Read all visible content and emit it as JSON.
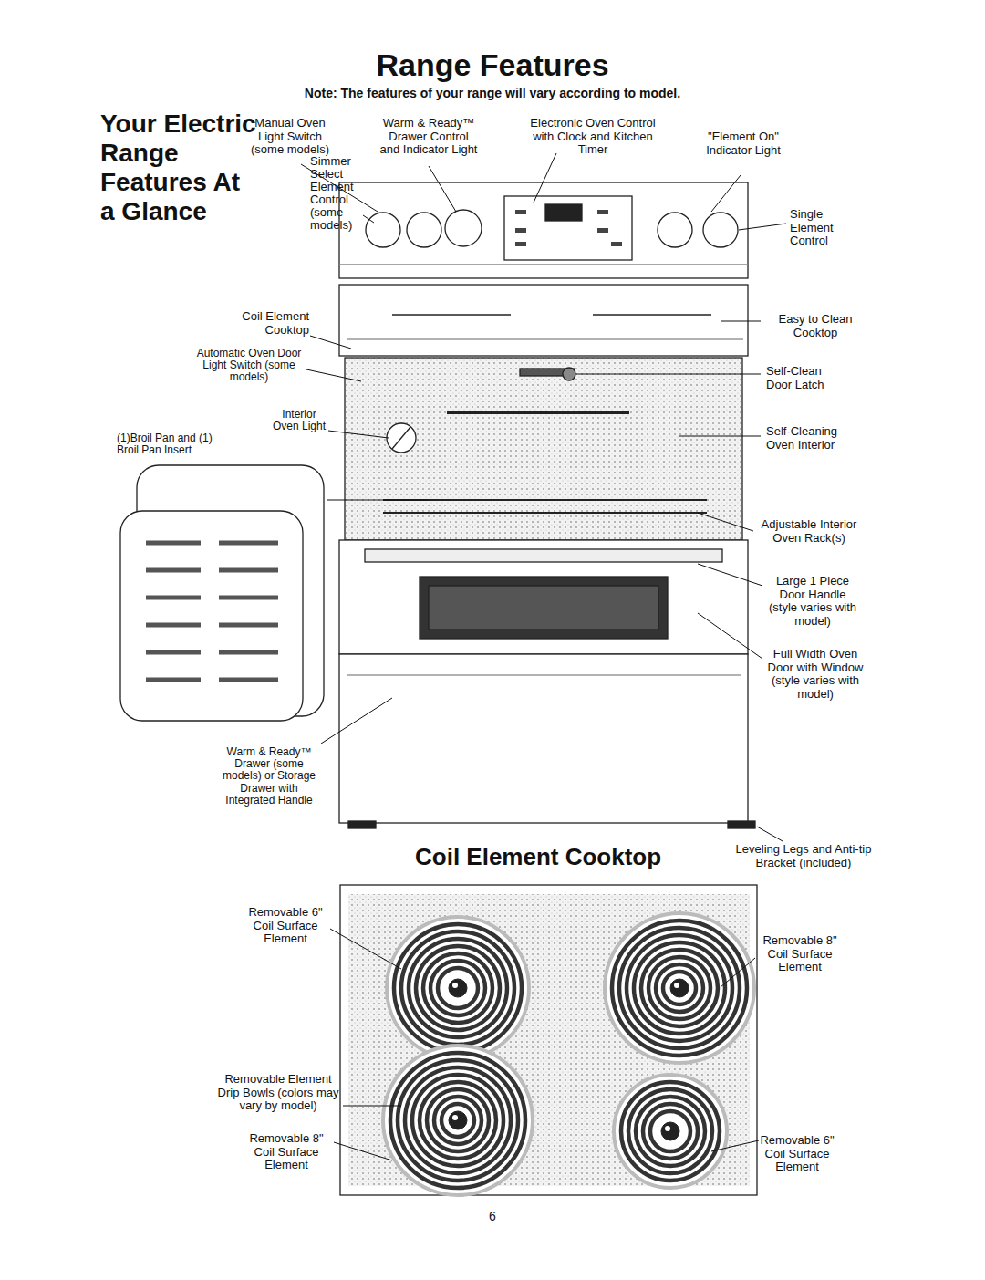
{
  "diagram": {
    "title": "Range Features",
    "labels": [
      "Note: The features of your range will vary according to model.",
      "Your Electric Range Features At a Glance",
      "Manual Oven Light Switch (some models)",
      "Warm & Ready™ Drawer Control and Indicator Light",
      "Electronic Oven Control with Clock and Kitchen Timer",
      "\"Element On\" Indicator Light",
      "Simmer Select Element Control (some models)",
      "Single Element Control",
      "Coil Element Cooktop",
      "Easy to Clean Cooktop",
      "Automatic Oven Door Light Switch (some models)",
      "Self-Clean Door Latch",
      "Interior Oven Light",
      "Self-Cleaning Oven Interior",
      "(1)Broil Pan and (1) Broil Pan Insert",
      "Adjustable Interior Oven Rack(s)",
      "Large 1 Piece Door Handle (style varies with model)",
      "Full Width Oven Door with Window (style varies with model)",
      "Warm & Ready™ Drawer (some models) or Storage Drawer with Integrated Handle",
      "Leveling Legs and Anti-tip Bracket (included)",
      "Coil Element Cooktop",
      "Removable 6\" Coil Surface Element",
      "Removable 8\" Coil Surface Element",
      "Removable Element Drip Bowls (colors may vary by model)",
      "Removable 8\" Coil Surface Element",
      "Removable 6\" Coil Surface Element",
      "6"
    ]
  }
}
